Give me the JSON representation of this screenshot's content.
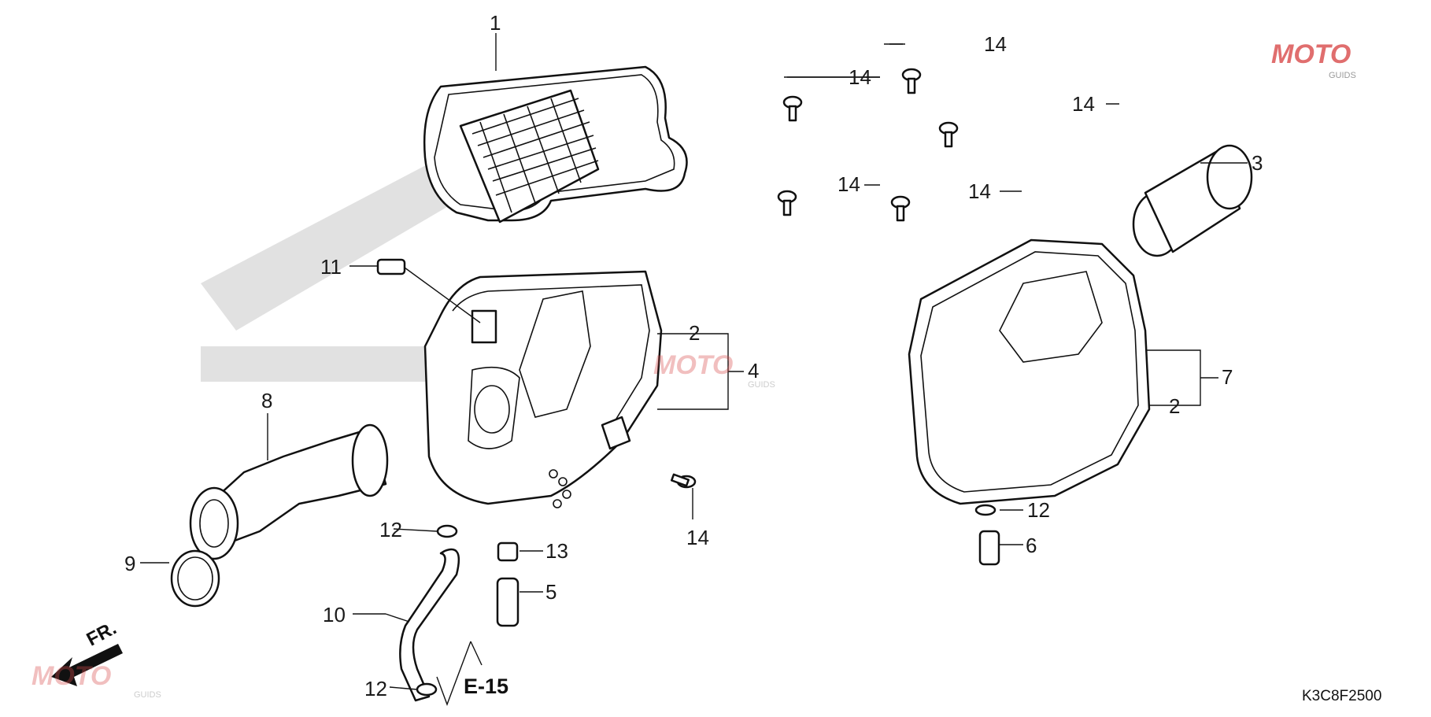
{
  "diagram": {
    "part_labels": [
      "1",
      "2",
      "3",
      "4",
      "5",
      "6",
      "7",
      "8",
      "9",
      "10",
      "11",
      "12",
      "13",
      "14"
    ],
    "reference_code": "K3C8F2500",
    "section_ref": "E-15",
    "direction_label": "FR.",
    "watermark_text": "MOTO",
    "watermark_sub": "GUIDS",
    "colors": {
      "line": "#111111",
      "watermark_red": "#d94a4a",
      "watermark_grey": "#9a9a9a"
    }
  }
}
